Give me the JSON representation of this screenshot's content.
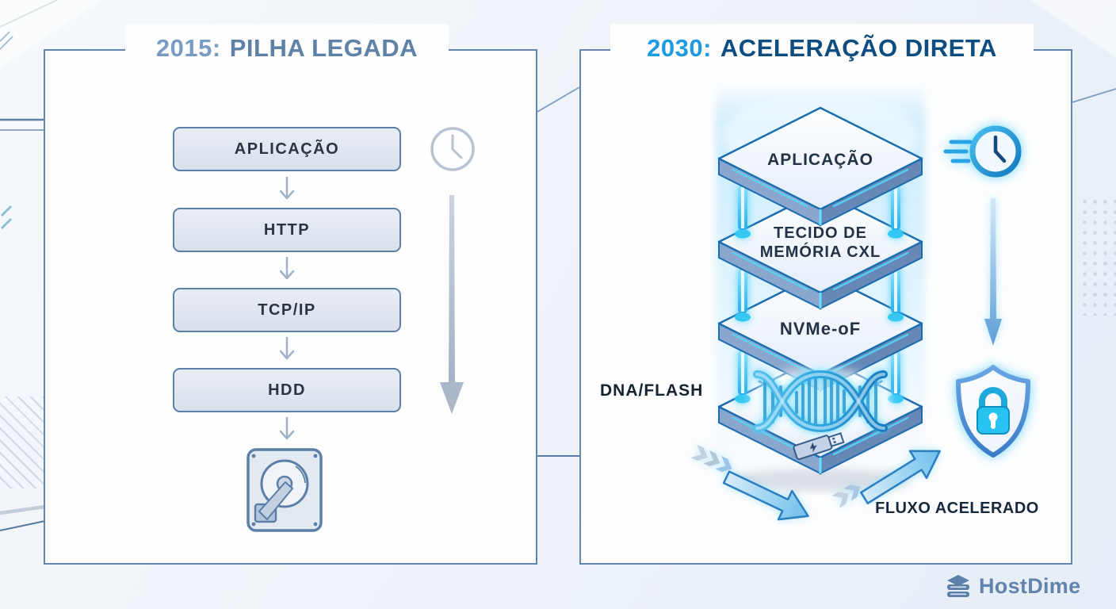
{
  "left_panel": {
    "title": {
      "year": "2015:",
      "label": "PILHA LEGADA"
    },
    "boxes": [
      "APLICAÇÃO",
      "HTTP",
      "TCP/IP",
      "HDD"
    ]
  },
  "right_panel": {
    "title": {
      "year": "2030:",
      "label": "ACELERAÇÃO DIRETA"
    },
    "layers": {
      "aplicacao": "APLICAÇÃO",
      "tecido_line1": "TECIDO DE",
      "tecido_line2": "MEMÓRIA CXL",
      "nvme": "NVMe-oF"
    },
    "dna_label": "DNA/FLASH",
    "flow_label": "FLUXO ACELERADO"
  },
  "footer": {
    "brand": "HostDime"
  },
  "icons": [
    "clock-icon",
    "slow-descent-arrow-icon",
    "hdd-icon",
    "speed-clock-icon",
    "fast-descent-arrow-icon",
    "shield-lock-icon",
    "dna-helix-icon",
    "usb-flash-icon",
    "flow-arrow-icon",
    "chevron-icon",
    "hostdime-logo-icon"
  ],
  "colors": {
    "panel_border": "#5b7fa6",
    "accent_cyan": "#35c8f2",
    "accent_blue": "#1e9ae0",
    "title_navy": "#0e4d7f",
    "title_slate": "#5e81a6",
    "text_dark": "#23303f"
  }
}
